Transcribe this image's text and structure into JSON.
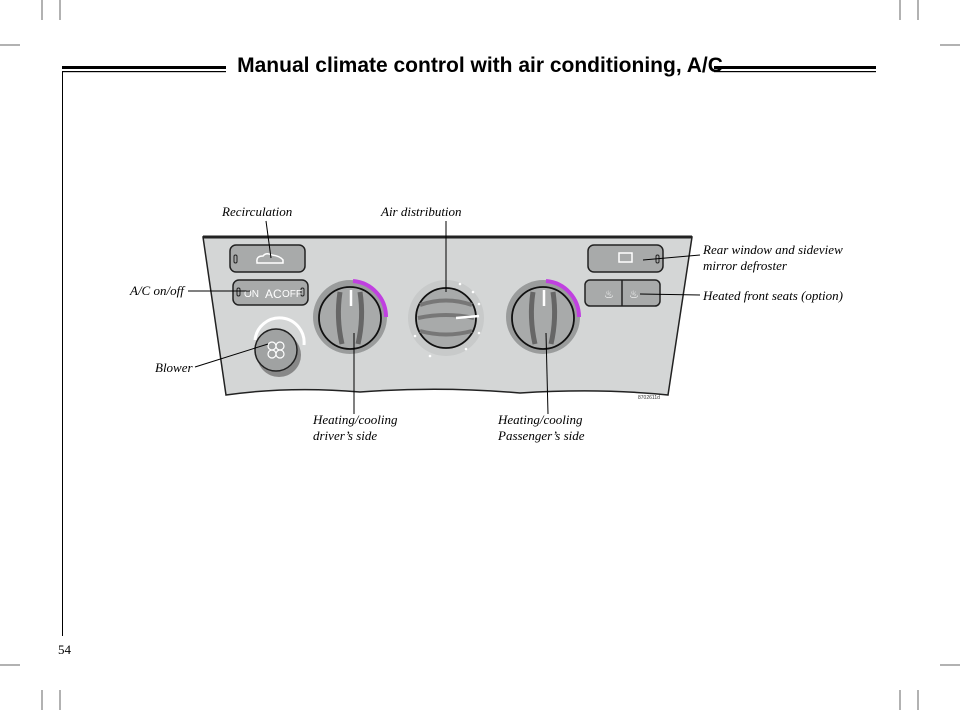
{
  "header": {
    "title": "Manual climate control with air conditioning, A/C"
  },
  "labels": {
    "recirculation": "Recirculation",
    "air_distribution": "Air distribution",
    "ac_on_off": "A/C on/off",
    "blower": "Blower",
    "heating_driver_1": "Heating/cooling",
    "heating_driver_2": "driver’s side",
    "heating_passenger_1": "Heating/cooling",
    "heating_passenger_2": "Passenger’s side",
    "rear_defroster_1": "Rear window and sideview",
    "rear_defroster_2": "mirror defroster",
    "heated_seats": "Heated front seats (option)"
  },
  "panel": {
    "ac_button_text": {
      "on": "ON",
      "ac": "AC",
      "off": "OFF"
    },
    "image_code": "8702611d",
    "accent_color": "#c040e0",
    "panel_color": "#d4d6d6"
  },
  "footer": {
    "page_number": "54"
  }
}
